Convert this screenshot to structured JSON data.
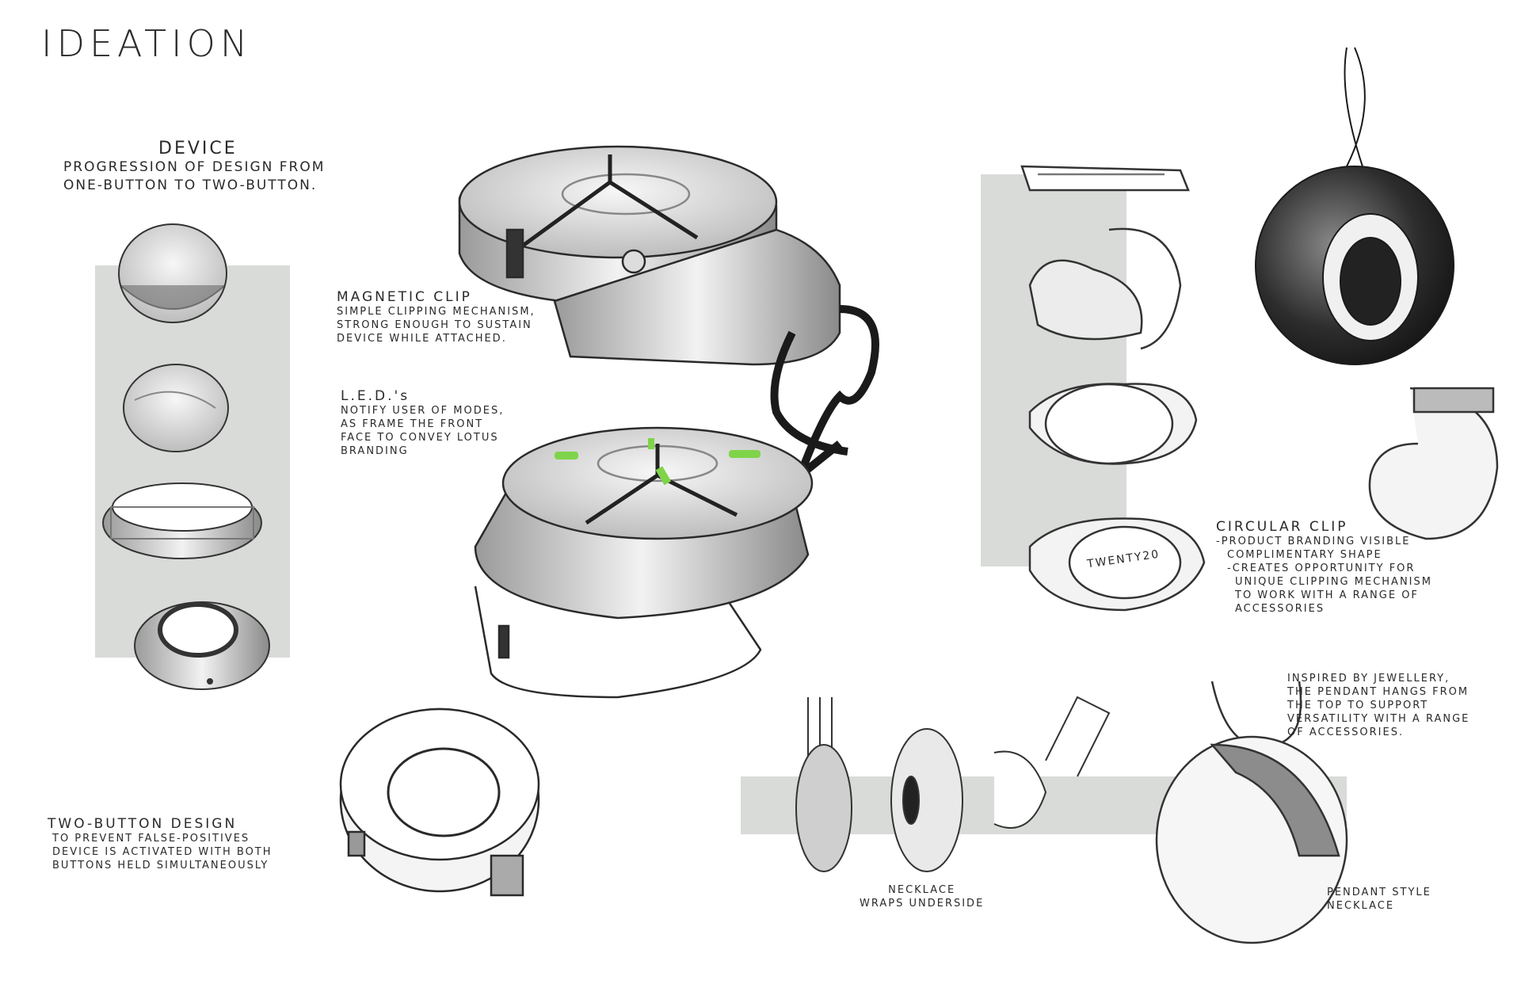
{
  "page": {
    "title": "IDEATION"
  },
  "device": {
    "heading": "DEVICE",
    "lines": [
      "PROGRESSION OF DESIGN FROM",
      "ONE-BUTTON TO TWO-BUTTON."
    ]
  },
  "magnetic_clip": {
    "heading": "MAGNETIC CLIP",
    "lines": [
      "SIMPLE CLIPPING MECHANISM,",
      "STRONG ENOUGH TO SUSTAIN",
      "DEVICE WHILE ATTACHED."
    ]
  },
  "leds": {
    "heading": "L.E.D.'s",
    "lines": [
      "NOTIFY USER OF MODES,",
      "AS FRAME THE FRONT",
      "FACE TO CONVEY LOTUS",
      "BRANDING"
    ]
  },
  "circular_clip": {
    "heading": "CIRCULAR CLIP",
    "lines": [
      "-PRODUCT BRANDING VISIBLE",
      "COMPLIMENTARY SHAPE",
      "-CREATES OPPORTUNITY FOR",
      "UNIQUE CLIPPING MECHANISM",
      "TO WORK WITH A RANGE OF",
      "ACCESSORIES"
    ],
    "clip_branding": "TWENTY20"
  },
  "two_button": {
    "heading": "TWO-BUTTON DESIGN",
    "lines": [
      "TO PREVENT FALSE-POSITIVES",
      "DEVICE IS ACTIVATED WITH BOTH",
      "BUTTONS HELD SIMULTANEOUSLY"
    ]
  },
  "jewellery": {
    "lines": [
      "INSPIRED BY JEWELLERY,",
      "THE PENDANT HANGS FROM",
      "THE TOP TO SUPPORT",
      "VERSATILITY WITH A RANGE",
      "OF ACCESSORIES."
    ]
  },
  "necklace": {
    "lines": [
      "NECKLACE",
      "WRAPS UNDERSIDE"
    ]
  },
  "pendant": {
    "lines": [
      "PENDANT STYLE",
      "NECKLACE"
    ]
  },
  "colors": {
    "panel_gray": "#d9dbd9",
    "led_green": "#7fd44a",
    "ink": "#2b2b2b"
  }
}
